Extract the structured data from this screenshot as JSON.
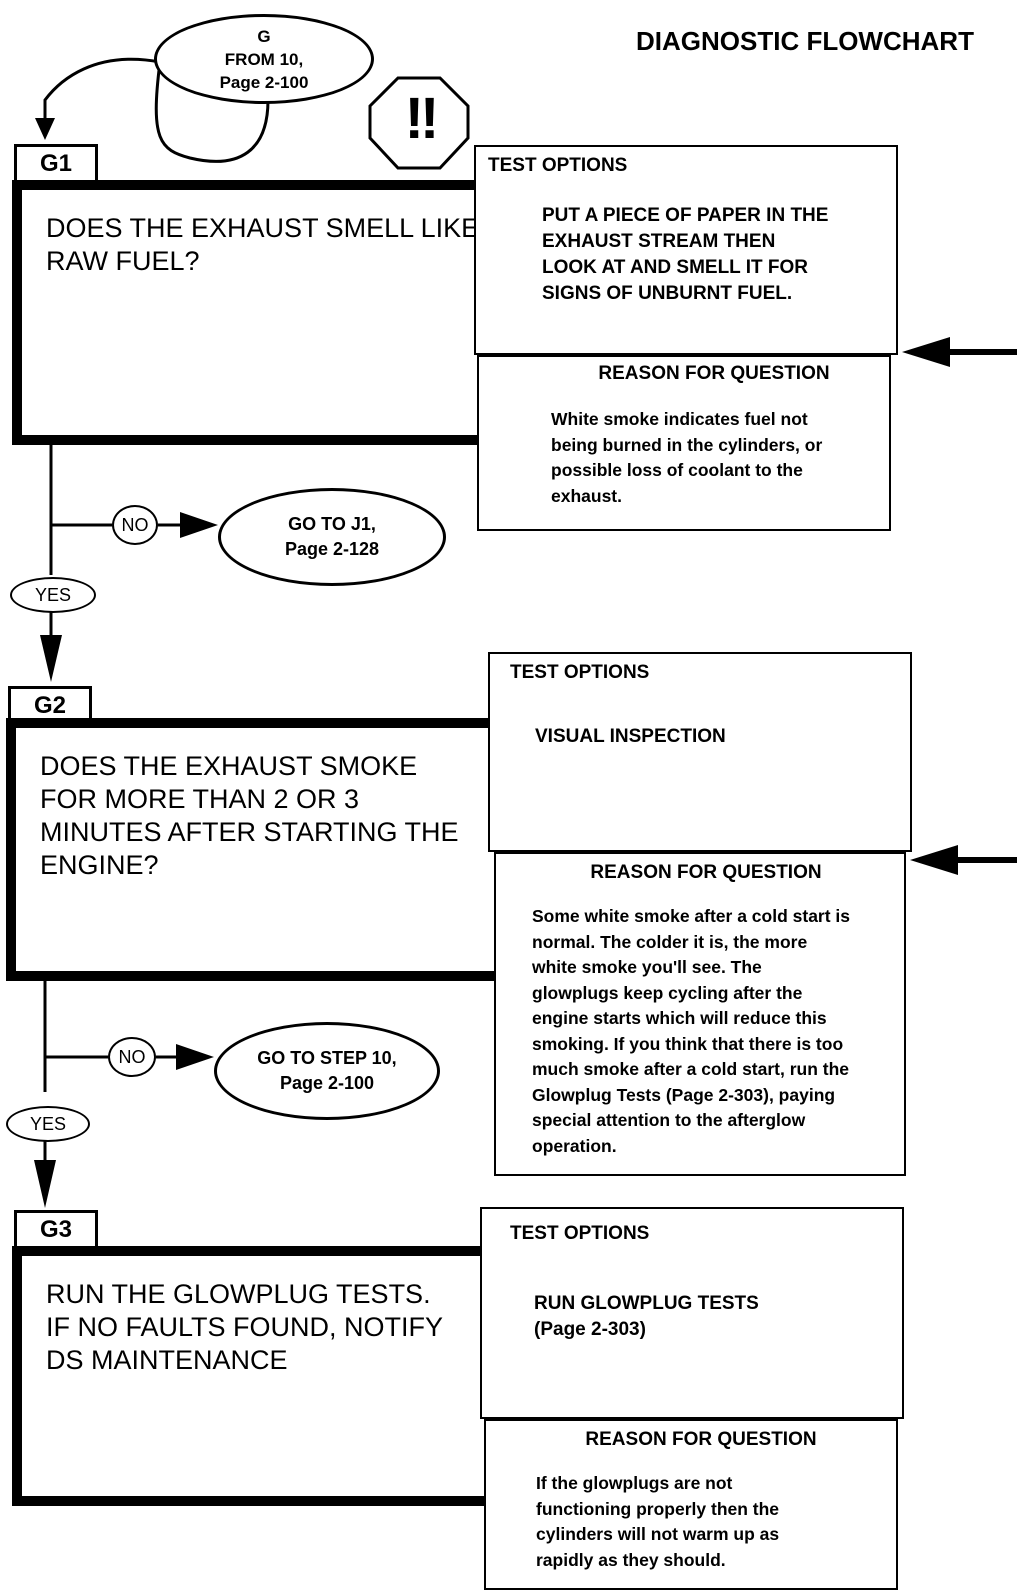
{
  "title": "DIAGNOSTIC FLOWCHART",
  "entry": {
    "text": "G\nFROM 10,\nPage 2-100"
  },
  "warning_icon": {
    "text": "!!"
  },
  "steps": [
    {
      "id": "G1",
      "question": "DOES THE EXHAUST SMELL LIKE\nRAW FUEL?",
      "test_options_title": "TEST OPTIONS",
      "test_options_text": "PUT A PIECE OF PAPER IN THE\nEXHAUST STREAM THEN\nLOOK AT AND SMELL IT FOR\nSIGNS OF UNBURNT FUEL.",
      "reason_title": "REASON FOR QUESTION",
      "reason_text": "White smoke indicates fuel not\nbeing burned in the cylinders, or\npossible loss of coolant to the\nexhaust.",
      "no_label": "NO",
      "no_target": "GO TO J1,\nPage 2-128",
      "yes_label": "YES"
    },
    {
      "id": "G2",
      "question": "DOES THE EXHAUST SMOKE\nFOR MORE THAN 2 OR 3\nMINUTES AFTER STARTING THE\nENGINE?",
      "test_options_title": "TEST OPTIONS",
      "test_options_text": "VISUAL INSPECTION",
      "reason_title": "REASON FOR QUESTION",
      "reason_text": "Some white smoke after a cold start is\nnormal.  The colder it is, the more\nwhite smoke you'll see.  The\nglowplugs keep cycling after the\nengine starts which will reduce this\nsmoking.  If you think that there is too\nmuch smoke after a cold start, run the\nGlowplug Tests (Page 2-303), paying\nspecial attention to the afterglow\noperation.",
      "no_label": "NO",
      "no_target": "GO TO STEP 10,\nPage 2-100",
      "yes_label": "YES"
    },
    {
      "id": "G3",
      "question": "RUN THE GLOWPLUG TESTS.\nIF NO FAULTS FOUND, NOTIFY\nDS MAINTENANCE",
      "test_options_title": "TEST OPTIONS",
      "test_options_text": "RUN GLOWPLUG TESTS\n (Page 2-303)",
      "reason_title": "REASON FOR QUESTION",
      "reason_text": "If the glowplugs are not\nfunctioning properly then the\ncylinders will not warm up as\nrapidly as they should."
    }
  ]
}
